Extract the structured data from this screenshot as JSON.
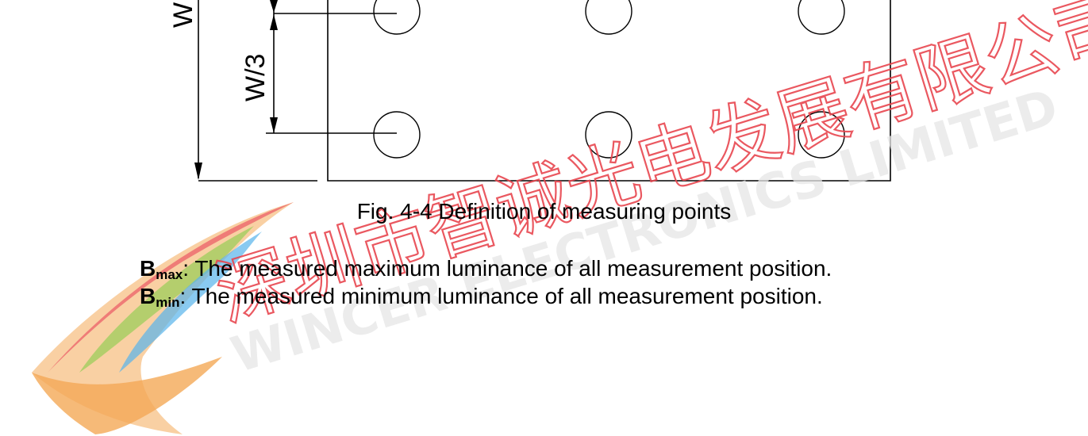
{
  "figure": {
    "dim_label_outer": "W",
    "dim_label_third": "W/3",
    "caption": "Fig. 4-4 Definition of measuring points"
  },
  "definitions": [
    {
      "symbol": "B",
      "subscript": "max",
      "text": ": The measured maximum luminance of all measurement position."
    },
    {
      "symbol": "B",
      "subscript": "min",
      "text": ": The measured minimum luminance of all measurement position."
    }
  ],
  "watermark": {
    "chinese_text": "深圳市智诚光电发展有限公司",
    "english_text": "WINCER ELECTRONICS LIMITED",
    "colors": {
      "chinese_stroke": "#e8464f",
      "english_fill": "#e6e6e6",
      "swoosh_red": "#e8464f",
      "swoosh_orange": "#f39a3a",
      "swoosh_green": "#8cc63f",
      "swoosh_blue": "#3aa7e8"
    }
  }
}
